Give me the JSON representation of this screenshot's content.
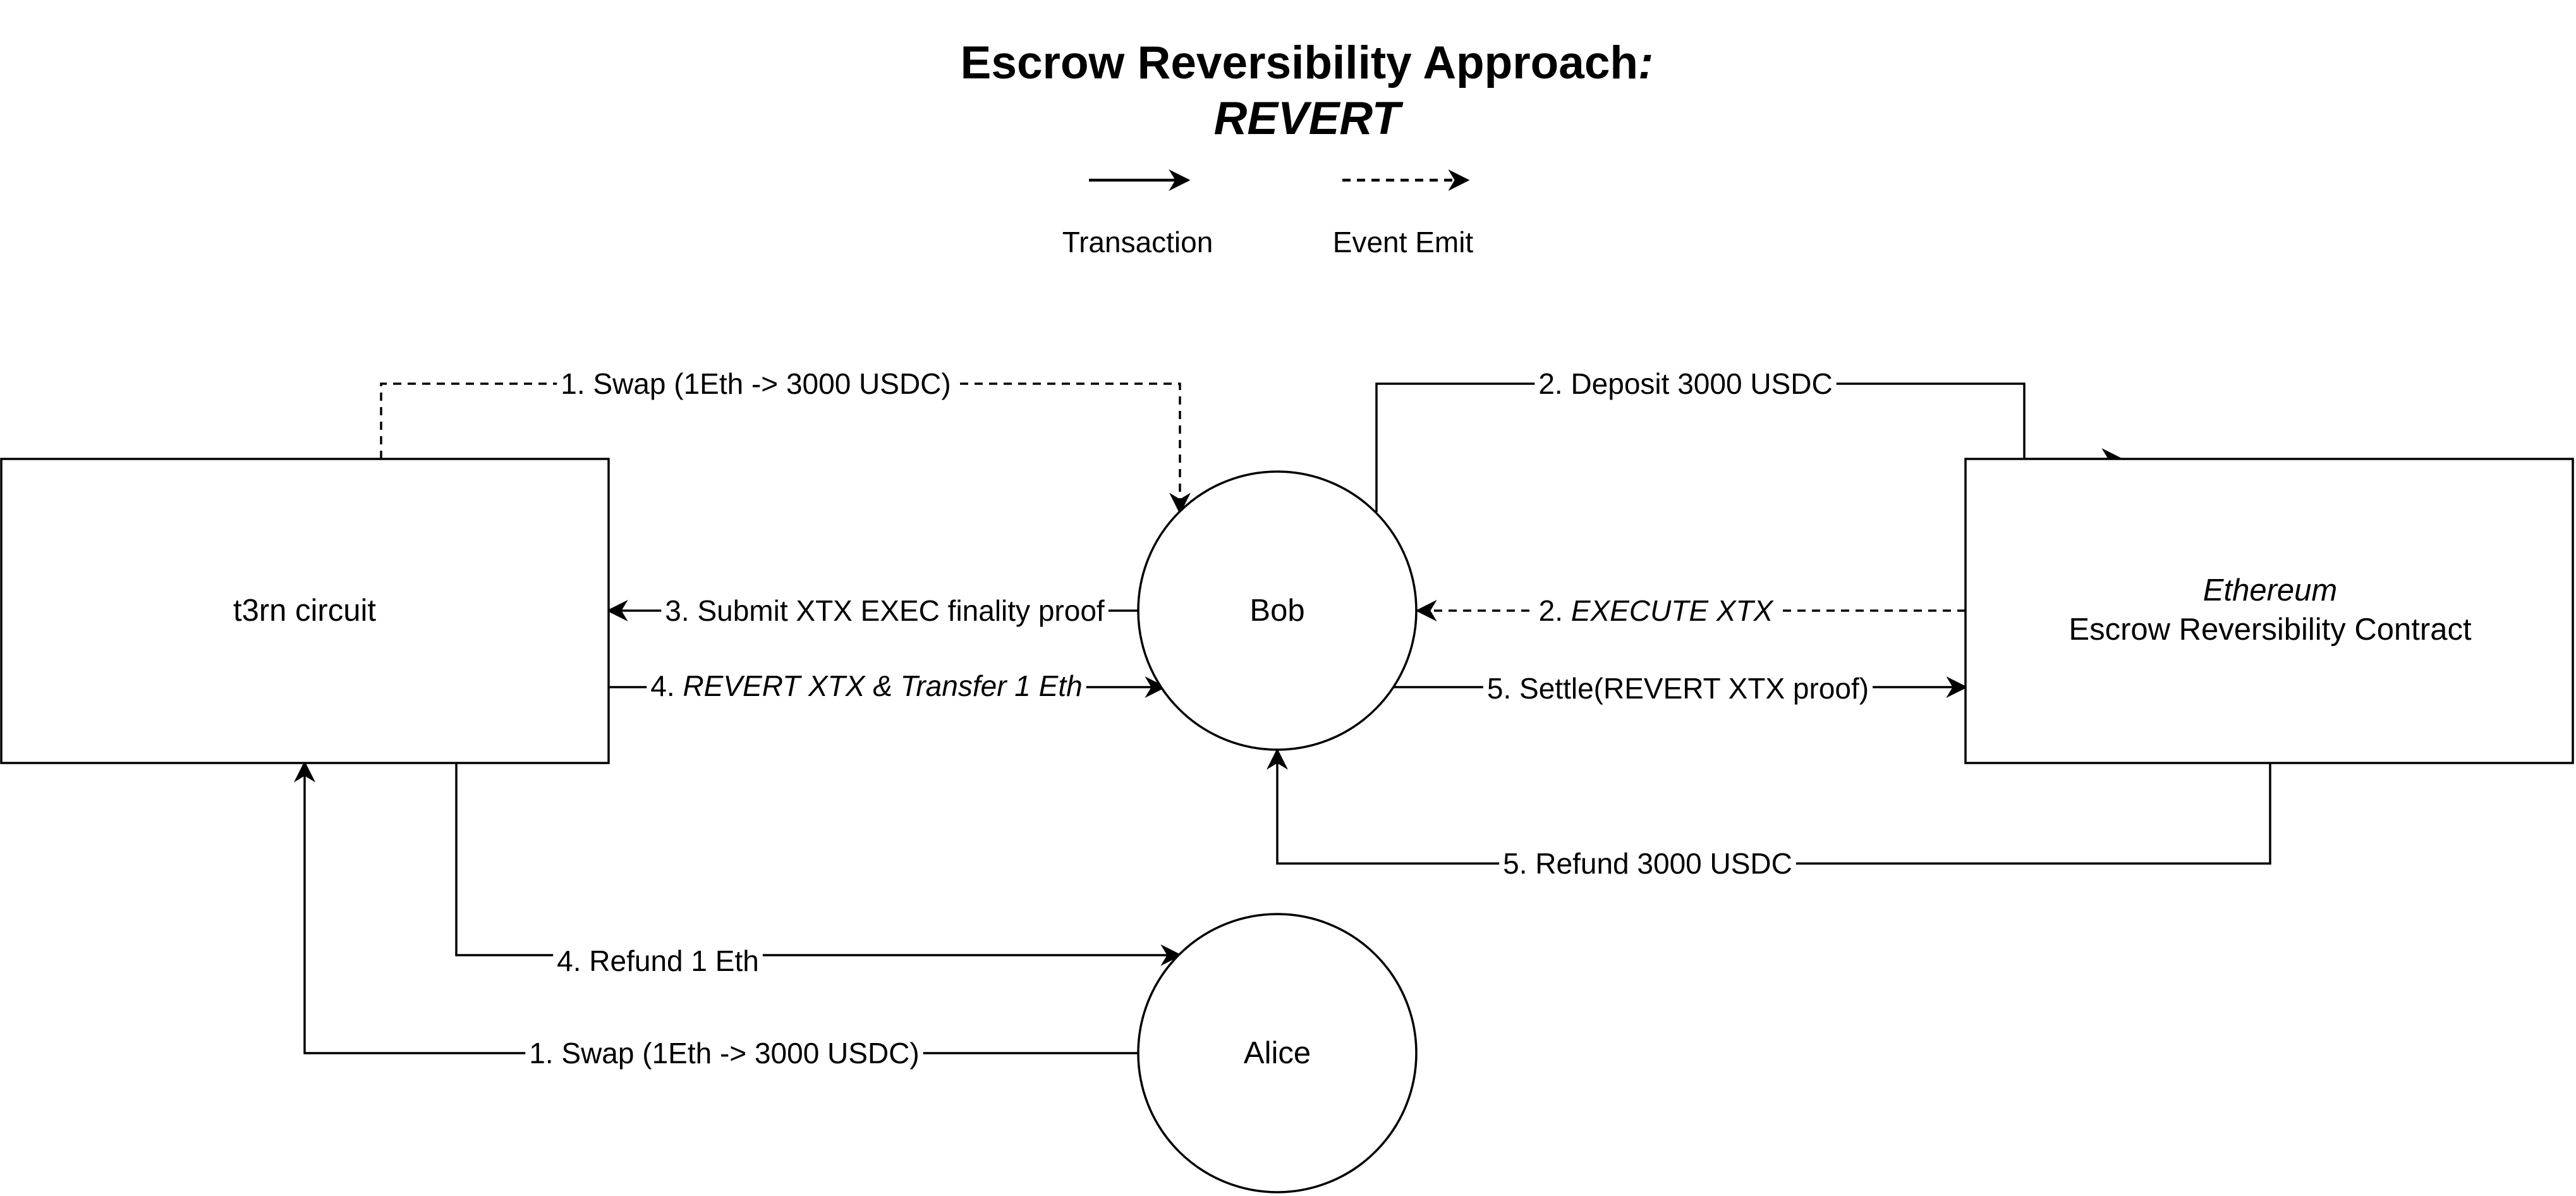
{
  "title": {
    "main": "Escrow Reversibility Approach",
    "colon": ":",
    "sub": "REVERT"
  },
  "legend": {
    "transaction": "Transaction",
    "event_emit": "Event Emit"
  },
  "nodes": {
    "circuit": "t3rn circuit",
    "bob": "Bob",
    "alice": "Alice",
    "contract_line1": "Ethereum",
    "contract_line2": "Escrow Reversibility Contract"
  },
  "edges": {
    "swap_event": "1. Swap (1Eth -> 3000 USDC)",
    "deposit": "2. Deposit 3000 USDC",
    "submit_proof": "3. Submit XTX EXEC finality proof",
    "execute_prefix": "2. ",
    "execute_emph": "EXECUTE XTX",
    "revert_prefix": "4. ",
    "revert_emph": "REVERT XTX & Transfer 1 Eth",
    "settle": "5. Settle(REVERT XTX proof)",
    "refund_usdc": "5. Refund 3000 USDC",
    "refund_eth": "4. Refund 1 Eth",
    "swap_tx": "1. Swap (1Eth -> 3000 USDC)"
  },
  "colors": {
    "stroke": "#000000",
    "background": "#ffffff"
  }
}
